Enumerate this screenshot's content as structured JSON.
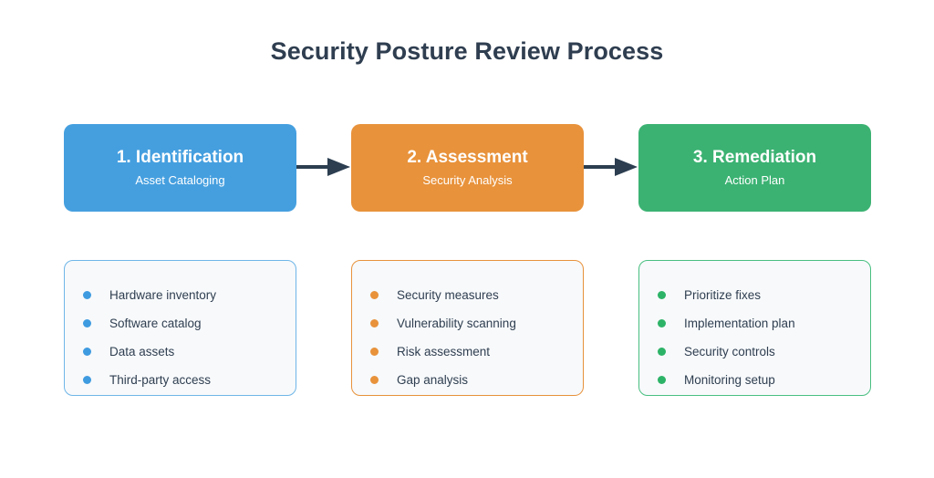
{
  "diagram": {
    "title": "Security Posture Review Process",
    "type": "process-flow",
    "background_color": "#FFFFFF",
    "title_color": "#2F3E50",
    "arrow_color": "#2C3E50",
    "stages": [
      {
        "title": "1. Identification",
        "subtitle": "Asset Cataloging",
        "color": "#459FDF",
        "border_color": "#6FB6E8",
        "bullet_color": "#3E9BE0",
        "items": [
          "Hardware inventory",
          "Software catalog",
          "Data assets",
          "Third-party access"
        ]
      },
      {
        "title": "2. Assessment",
        "subtitle": "Security Analysis",
        "color": "#E8923B",
        "border_color": "#E8923B",
        "bullet_color": "#E8923B",
        "items": [
          "Security measures",
          "Vulnerability scanning",
          "Risk assessment",
          "Gap analysis"
        ]
      },
      {
        "title": "3. Remediation",
        "subtitle": "Action Plan",
        "color": "#3BB272",
        "border_color": "#49BF80",
        "bullet_color": "#2DB367",
        "items": [
          "Prioritize fixes",
          "Implementation plan",
          "Security controls",
          "Monitoring setup"
        ]
      }
    ],
    "connectors": [
      {
        "from": "1. Identification",
        "to": "2. Assessment",
        "icon": "arrow-right-icon"
      },
      {
        "from": "2. Assessment",
        "to": "3. Remediation",
        "icon": "arrow-right-icon"
      }
    ]
  }
}
